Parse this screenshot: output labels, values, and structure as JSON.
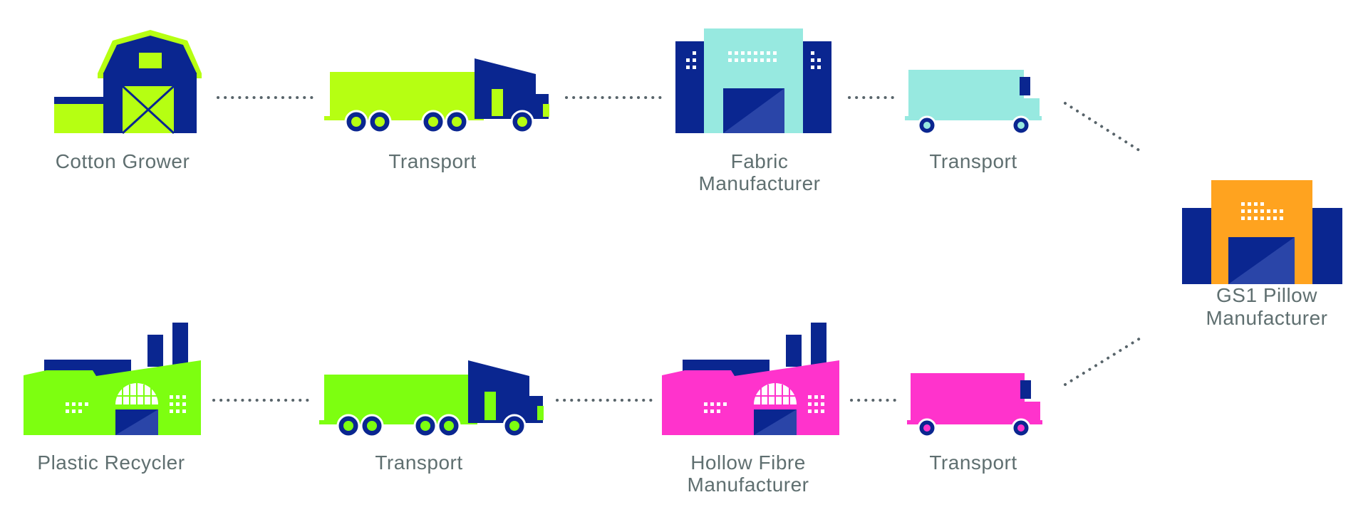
{
  "colors": {
    "navy": "#0a2690",
    "navy_light": "#2a45a8",
    "lime": "#b6ff12",
    "green": "#7dff10",
    "aqua": "#97e9e0",
    "magenta": "#ff33cc",
    "orange": "#ffa31f",
    "label_gray": "#5f6f70",
    "connector_gray": "#58646a"
  },
  "nodes": {
    "cotton_grower": {
      "icon": "barn-icon",
      "label": "Cotton Grower"
    },
    "transport_1": {
      "icon": "semi-truck-icon",
      "label": "Transport"
    },
    "fabric_manufacturer": {
      "icon": "factory-building-icon",
      "label_line1": "Fabric",
      "label_line2": "Manufacturer"
    },
    "transport_2": {
      "icon": "box-van-icon",
      "label": "Transport"
    },
    "pillow_manufacturer": {
      "icon": "warehouse-icon",
      "label_line1": "GS1 Pillow",
      "label_line2": "Manufacturer"
    },
    "plastic_recycler": {
      "icon": "recycling-plant-icon",
      "label": "Plastic Recycler"
    },
    "transport_3": {
      "icon": "semi-truck-icon",
      "label": "Transport"
    },
    "hollow_fibre_manufacturer": {
      "icon": "fibre-plant-icon",
      "label_line1": "Hollow Fibre",
      "label_line2": "Manufacturer"
    },
    "transport_4": {
      "icon": "box-van-icon",
      "label": "Transport"
    }
  }
}
